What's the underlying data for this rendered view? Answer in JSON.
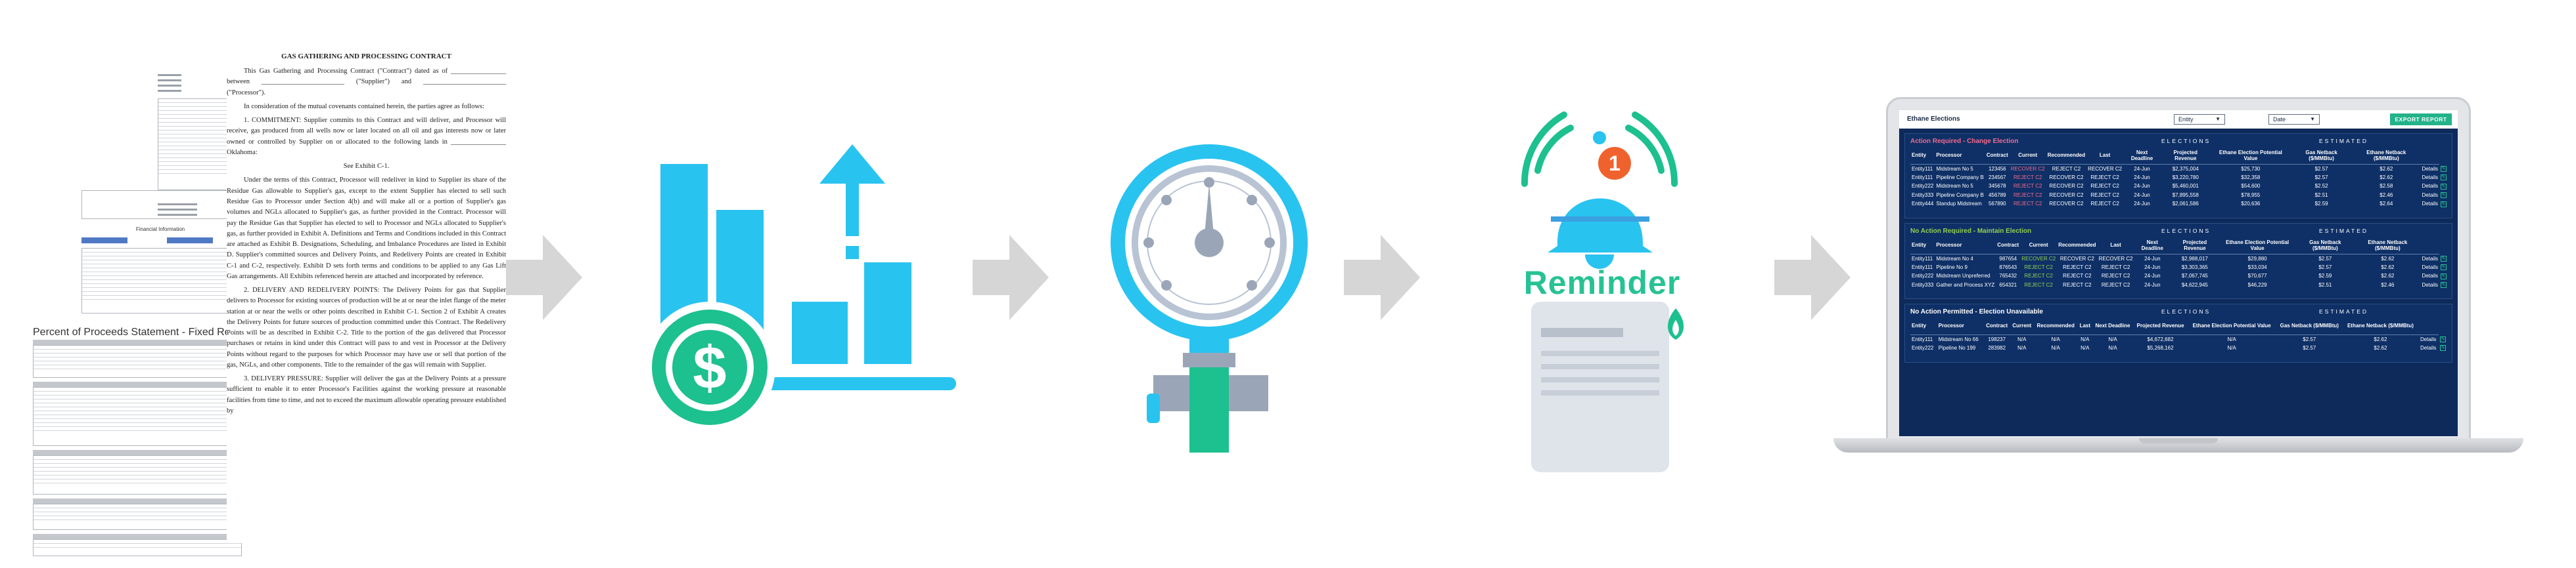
{
  "contract_doc": {
    "title": "GAS GATHERING AND PROCESSING CONTRACT",
    "paragraphs": [
      "This Gas Gathering and Processing Contract (\"Contract\") dated as of ________________ between ________________________ (\"Supplier\") and ________________________ (\"Processor\").",
      "In consideration of the mutual covenants contained herein, the parties agree as follows:",
      "1. COMMITMENT: Supplier commits to this Contract and will deliver, and Processor will receive, gas produced from all wells now or later located on all oil and gas interests now or later owned or controlled by Supplier on or allocated to the following lands in ________________ Oklahoma:",
      "See Exhibit C-1.",
      "Under the terms of this Contract, Processor will redeliver in kind to Supplier its share of the Residue Gas allowable to Supplier's gas, except to the extent Supplier has elected to sell such Residue Gas to Processor under Section 4(b) and will make all or a portion of Supplier's gas volumes and NGLs allocated to Supplier's gas, as further provided in the Contract. Processor will pay the Residue Gas that Supplier has elected to sell to Processor and NGLs allocated to Supplier's gas, as further provided in Exhibit A. Definitions and Terms and Conditions included in this Contract are attached as Exhibit B. Designations, Scheduling, and Imbalance Procedures are listed in Exhibit D. Supplier's committed sources and Delivery Points, and Redelivery Points are created in Exhibit C-1 and C-2, respectively. Exhibit D sets forth terms and conditions to be applied to any Gas Lift Gas arrangements. All Exhibits referenced herein are attached and incorporated by reference.",
      "2. DELIVERY AND REDELIVERY POINTS: The Delivery Points for gas that Supplier delivers to Processor for existing sources of production will be at or near the inlet flange of the meter station at or near the wells or other points described in Exhibit C-1. Section 2 of Exhibit A creates the Delivery Points for future sources of production committed under this Contract. The Redelivery Points will be as described in Exhibit C-2. Title to the portion of the gas delivered that Processor purchases or retains in kind under this Contract will pass to and vest in Processor at the Delivery Points without regard to the purposes for which Processor may have use or sell that portion of the gas, NGLs, and other components. Title to the remainder of the gas will remain with Supplier.",
      "3. DELIVERY PRESSURE: Supplier will deliver the gas at the Delivery Points at a pressure sufficient to enable it to enter Processor's Facilities against the working pressure at reasonable facilities from time to time, and not to exceed the maximum allowable operating pressure established by"
    ]
  },
  "statement_doc": {
    "title": "Percent of Proceeds Statement - Fixed Recovery",
    "section_label": "Financial Information"
  },
  "reminder": {
    "label": "Reminder",
    "badge_count": "1"
  },
  "colors": {
    "accent_blue": "#29c3f0",
    "accent_green": "#1dc08f",
    "dashboard_navy": "#0d2a5b",
    "highlight_pink": "#f06a8d",
    "arrow_gray": "#d6d6d6"
  },
  "dashboard": {
    "title": "Ethane Elections",
    "entity_dropdown": "Entity",
    "date_dropdown": "Date",
    "export_label": "EXPORT REPORT",
    "group_elections": "ELECTIONS",
    "group_estimated": "ESTIMATED",
    "columns": [
      "Entity",
      "Processor",
      "Contract",
      "Current",
      "Recommended",
      "Last",
      "Next Deadline",
      "Projected Revenue",
      "Ethane Election Potential Value",
      "Gas Netback ($/MMBtu)",
      "Ethane Netback ($/MMBtu)",
      ""
    ],
    "panels": [
      {
        "title": "Action Required - Change Election",
        "title_color": "#f06a8d",
        "rows": [
          [
            "Entity111",
            "Midstream No 5",
            "123456",
            "RECOVER C2",
            "REJECT C2",
            "RECOVER C2",
            "24-Jun",
            "$2,375,004",
            "$25,730",
            "$2.57",
            "$2.62",
            "Details"
          ],
          [
            "Entity111",
            "Pipeline Company B",
            "234567",
            "REJECT C2",
            "RECOVER C2",
            "REJECT C2",
            "24-Jun",
            "$3,220,780",
            "$32,358",
            "$2.57",
            "$2.62",
            "Details"
          ],
          [
            "Entity222",
            "Midstream No 5",
            "345678",
            "REJECT C2",
            "RECOVER C2",
            "REJECT C2",
            "24-Jun",
            "$5,460,001",
            "$54,600",
            "$2.52",
            "$2.58",
            "Details"
          ],
          [
            "Entity333",
            "Pipeline Company B",
            "456789",
            "REJECT C2",
            "RECOVER C2",
            "REJECT C2",
            "24-Jun",
            "$7,895,558",
            "$78,955",
            "$2.51",
            "$2.46",
            "Details"
          ],
          [
            "Entity444",
            "Standup Midstream",
            "567890",
            "REJECT C2",
            "RECOVER C2",
            "REJECT C2",
            "24-Jun",
            "$2,061,586",
            "$20,636",
            "$2.59",
            "$2.64",
            "Details"
          ]
        ]
      },
      {
        "title": "No Action Required - Maintain Election",
        "title_color": "#8fd14f",
        "rows": [
          [
            "Entity111",
            "Midstream No 4",
            "987654",
            "RECOVER C2",
            "RECOVER C2",
            "RECOVER C2",
            "24-Jun",
            "$2,988,017",
            "$29,880",
            "$2.57",
            "$2.62",
            "Details"
          ],
          [
            "Entity111",
            "Pipeline No 9",
            "876543",
            "REJECT C2",
            "REJECT C2",
            "REJECT C2",
            "24-Jun",
            "$3,303,365",
            "$33,034",
            "$2.57",
            "$2.62",
            "Details"
          ],
          [
            "Entity222",
            "Midstream Unpreferred",
            "765432",
            "REJECT C2",
            "REJECT C2",
            "REJECT C2",
            "24-Jun",
            "$7,067,745",
            "$70,677",
            "$2.59",
            "$2.62",
            "Details"
          ],
          [
            "Entity333",
            "Gather and Process XYZ",
            "654321",
            "REJECT C2",
            "REJECT C2",
            "REJECT C2",
            "24-Jun",
            "$4,622,945",
            "$46,229",
            "$2.51",
            "$2.46",
            "Details"
          ]
        ]
      },
      {
        "title": "No Action Permitted - Election Unavailable",
        "title_color": "#ffffff",
        "rows": [
          [
            "Entity111",
            "Midstream No 66",
            "198237",
            "N/A",
            "N/A",
            "N/A",
            "N/A",
            "$4,672,682",
            "N/A",
            "$2.57",
            "$2.62",
            "Details"
          ],
          [
            "Entity222",
            "Pipeline No 199",
            "283982",
            "N/A",
            "N/A",
            "N/A",
            "N/A",
            "$5,268,162",
            "N/A",
            "$2.57",
            "$2.62",
            "Details"
          ]
        ]
      }
    ]
  }
}
